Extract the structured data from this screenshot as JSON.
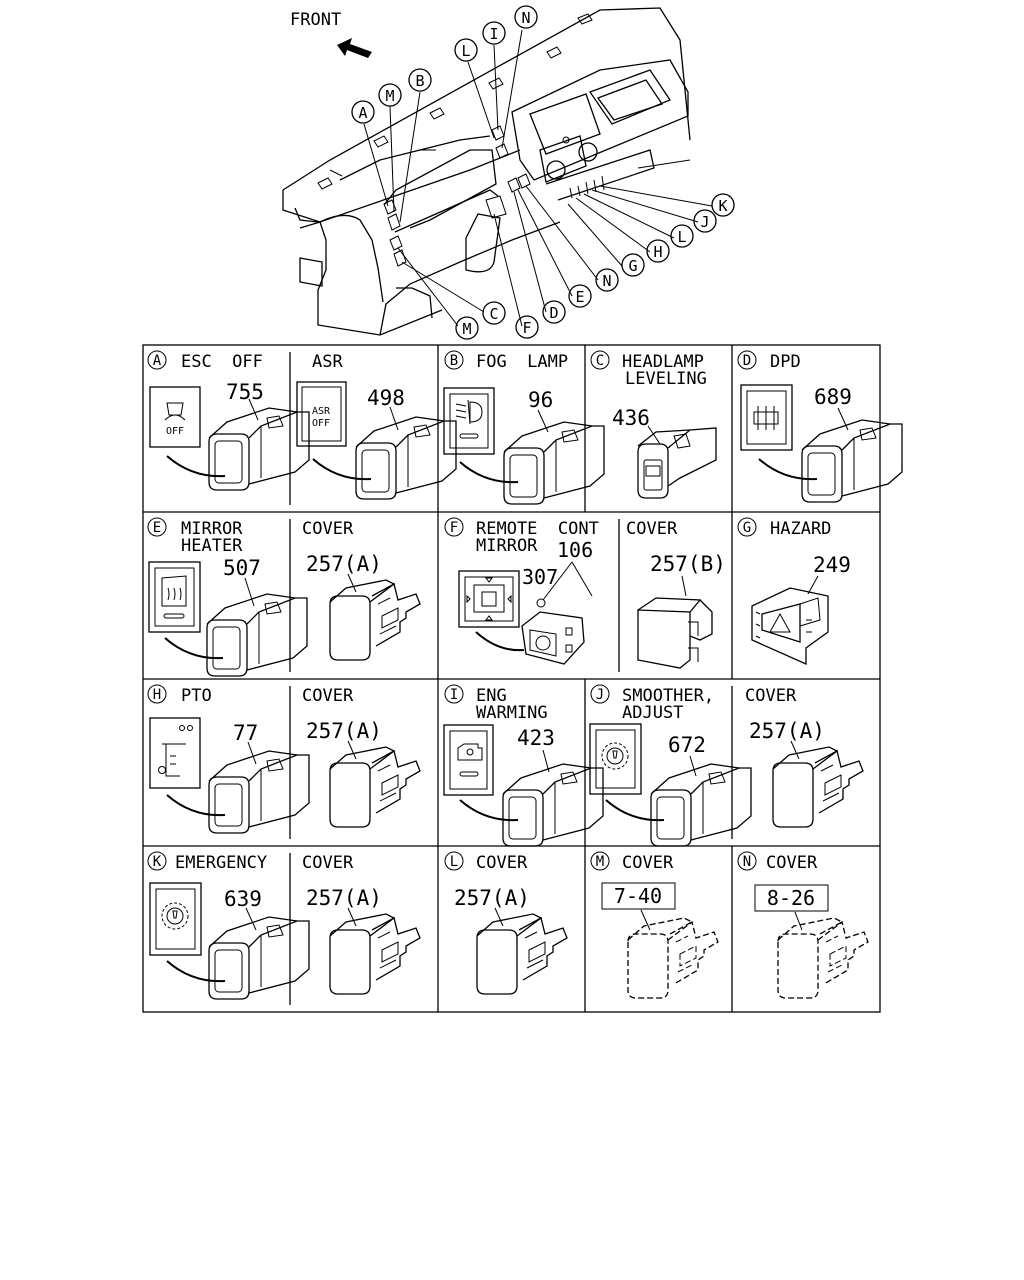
{
  "overview": {
    "front_label": "FRONT",
    "callouts": [
      {
        "letter": "N"
      },
      {
        "letter": "I"
      },
      {
        "letter": "L"
      },
      {
        "letter": "B"
      },
      {
        "letter": "M"
      },
      {
        "letter": "A"
      },
      {
        "letter": "K"
      },
      {
        "letter": "J"
      },
      {
        "letter": "L"
      },
      {
        "letter": "H"
      },
      {
        "letter": "G"
      },
      {
        "letter": "N"
      },
      {
        "letter": "E"
      },
      {
        "letter": "D"
      },
      {
        "letter": "F"
      },
      {
        "letter": "C"
      },
      {
        "letter": "M"
      }
    ]
  },
  "cells": [
    {
      "letter": "A",
      "title": "ESC  OFF",
      "part": "755",
      "icon": "esc-off-icon",
      "icon_text": "OFF"
    },
    {
      "title": "ASR",
      "part": "498",
      "icon": "asr-off-icon",
      "icon_line1": "ASR",
      "icon_line2": "OFF"
    },
    {
      "letter": "B",
      "title": "FOG  LAMP",
      "part": "96",
      "icon": "fog-lamp-icon"
    },
    {
      "letter": "C",
      "title_line1": "HEADLAMP",
      "title_line2": "LEVELING",
      "part": "436"
    },
    {
      "letter": "D",
      "title": "DPD",
      "part": "689",
      "icon": "dpd-icon"
    },
    {
      "letter": "E",
      "title_line1": "MIRROR",
      "title_line2": "HEATER",
      "part": "507",
      "icon": "mirror-heater-icon"
    },
    {
      "title": "COVER",
      "part": "257(A)"
    },
    {
      "letter": "F",
      "title_line1": "REMOTE  CONT",
      "title_line2": "MIRROR",
      "part": "106",
      "part2": "307",
      "icon": "remote-mirror-icon"
    },
    {
      "title": "COVER",
      "part": "257(B)"
    },
    {
      "letter": "G",
      "title": "HAZARD",
      "part": "249",
      "icon": "hazard-icon"
    },
    {
      "letter": "H",
      "title": "PTO",
      "part": "77",
      "icon": "pto-icon"
    },
    {
      "title": "COVER",
      "part": "257(A)"
    },
    {
      "letter": "I",
      "title_line1": "ENG",
      "title_line2": "WARMING",
      "part": "423",
      "icon": "engine-warming-icon"
    },
    {
      "letter": "J",
      "title_line1": "SMOOTHER,",
      "title_line2": "ADJUST",
      "part": "672",
      "icon": "smoother-icon"
    },
    {
      "title": "COVER",
      "part": "257(A)"
    },
    {
      "letter": "K",
      "title": "EMERGENCY",
      "part": "639",
      "icon": "emergency-icon"
    },
    {
      "title": "COVER",
      "part": "257(A)"
    },
    {
      "letter": "L",
      "title": "COVER",
      "part": "257(A)"
    },
    {
      "letter": "M",
      "title": "COVER",
      "ref": "7-40"
    },
    {
      "letter": "N",
      "title": "COVER",
      "ref": "8-26"
    }
  ]
}
